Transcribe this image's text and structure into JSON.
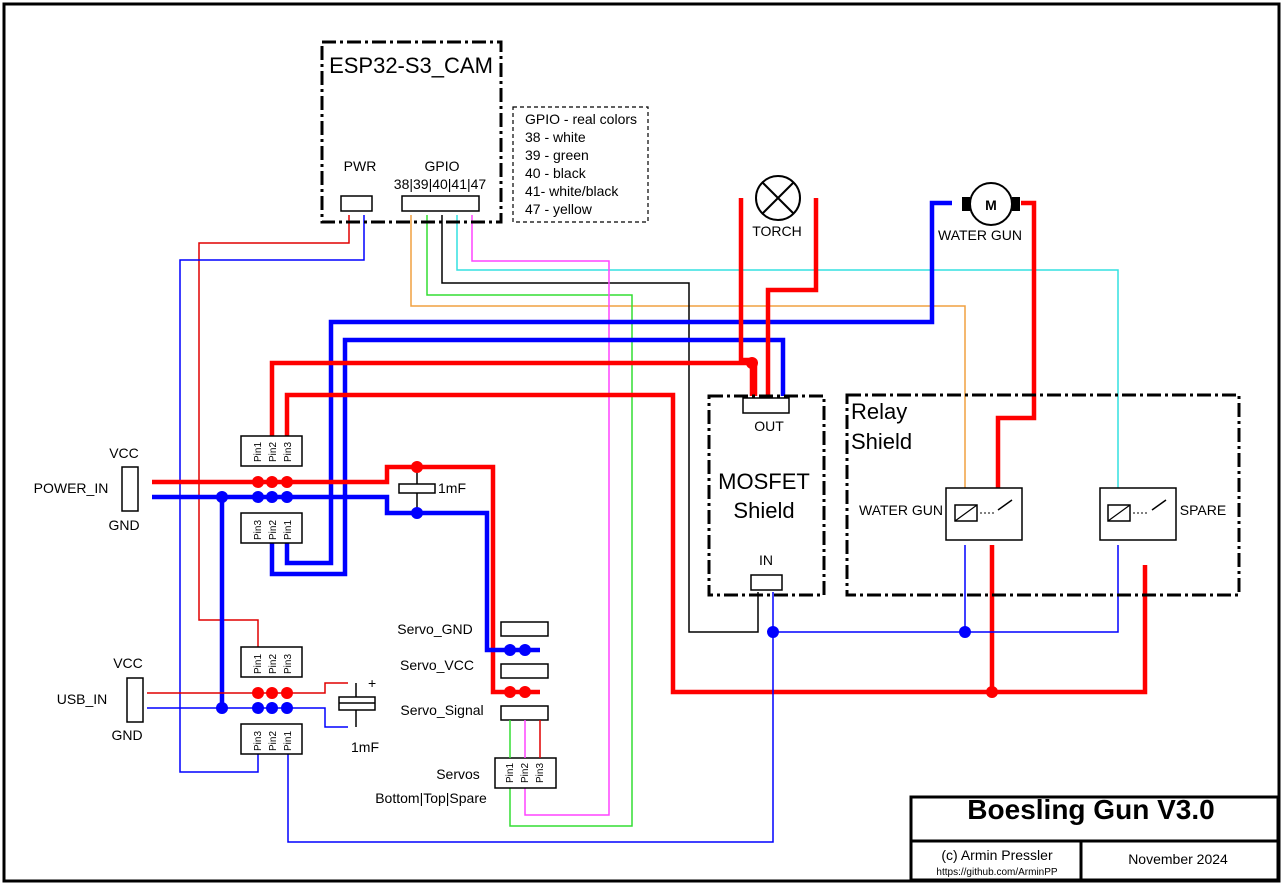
{
  "esp": {
    "title": "ESP32-S3_CAM",
    "pwr": "PWR",
    "gpio": "GPIO",
    "gpio_pins": "38|39|40|41|47"
  },
  "legend": {
    "title": "GPIO - real colors",
    "lines": [
      "38 - white",
      "39 - green",
      "40 - black",
      "41- white/black",
      "47 - yellow"
    ]
  },
  "torch": "TORCH",
  "water_gun_motor": "WATER GUN",
  "motor_symbol": "M",
  "mosfet": {
    "title_line1": "MOSFET",
    "title_line2": "Shield",
    "out": "OUT",
    "in": "IN"
  },
  "relay": {
    "title_line1": "Relay",
    "title_line2": "Shield",
    "water_gun": "WATER GUN",
    "spare": "SPARE"
  },
  "power_in": {
    "label": "POWER_IN",
    "vcc": "VCC",
    "gnd": "GND"
  },
  "usb_in": {
    "label": "USB_IN",
    "vcc": "VCC",
    "gnd": "GND"
  },
  "caps": {
    "cap1": "1mF",
    "cap2": "1mF",
    "plus": "+"
  },
  "servo": {
    "gnd": "Servo_GND",
    "vcc": "Servo_VCC",
    "signal": "Servo_Signal",
    "servos": "Servos",
    "positions": "Bottom|Top|Spare"
  },
  "pins": {
    "p1": "Pin1",
    "p2": "Pin2",
    "p3": "Pin3"
  },
  "titleblock": {
    "title": "Boesling Gun V3.0",
    "author": "(c) Armin Pressler",
    "url": "https://github.com/ArminPP",
    "date": "November 2024"
  },
  "colors": {
    "red": "#ff0000",
    "blue": "#0000ff",
    "orange": "#f0a040",
    "green": "#33dd33",
    "black": "#000000",
    "cyan": "#33e0e0",
    "magenta": "#ff44ff"
  }
}
